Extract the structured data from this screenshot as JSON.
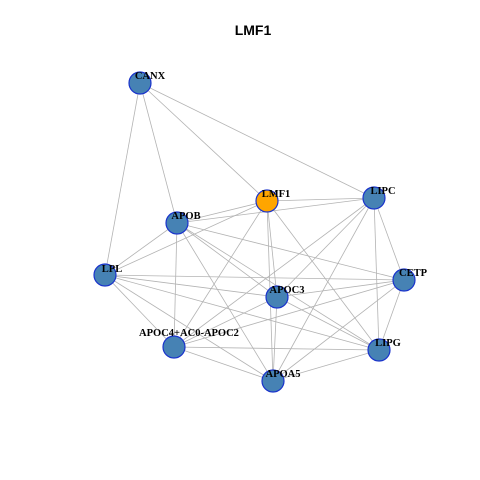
{
  "graph": {
    "title": "LMF1",
    "colors": {
      "hub_node": "#FFA500",
      "node": "#4682B4",
      "node_border": "#1A33CC",
      "edge": "#B3B3B3"
    },
    "hub": "LMF1",
    "nodes": [
      {
        "id": "CANX",
        "label": "CANX"
      },
      {
        "id": "LMF1",
        "label": "LMF1"
      },
      {
        "id": "LIPC",
        "label": "LIPC"
      },
      {
        "id": "APOB",
        "label": "APOB"
      },
      {
        "id": "LPL",
        "label": "LPL"
      },
      {
        "id": "CETP",
        "label": "CETP"
      },
      {
        "id": "APOC3",
        "label": "APOC3"
      },
      {
        "id": "APOC4",
        "label": "APOC4+AC0-APOC2"
      },
      {
        "id": "LIPG",
        "label": "LIPG"
      },
      {
        "id": "APOA5",
        "label": "APOA5"
      }
    ],
    "edges": [
      [
        "CANX",
        "LIPC"
      ],
      [
        "CANX",
        "APOB"
      ],
      [
        "CANX",
        "LPL"
      ],
      [
        "CANX",
        "LMF1"
      ],
      [
        "LMF1",
        "LIPC"
      ],
      [
        "LMF1",
        "APOB"
      ],
      [
        "LMF1",
        "LPL"
      ],
      [
        "LMF1",
        "APOC3"
      ],
      [
        "LMF1",
        "APOA5"
      ],
      [
        "LMF1",
        "LIPG"
      ],
      [
        "LMF1",
        "APOC4"
      ],
      [
        "LIPC",
        "APOB"
      ],
      [
        "LIPC",
        "CETP"
      ],
      [
        "LIPC",
        "APOC3"
      ],
      [
        "LIPC",
        "LIPG"
      ],
      [
        "LIPC",
        "APOA5"
      ],
      [
        "LIPC",
        "APOC4"
      ],
      [
        "APOB",
        "LPL"
      ],
      [
        "APOB",
        "APOC3"
      ],
      [
        "APOB",
        "CETP"
      ],
      [
        "APOB",
        "LIPG"
      ],
      [
        "APOB",
        "APOA5"
      ],
      [
        "APOB",
        "APOC4"
      ],
      [
        "LPL",
        "APOC3"
      ],
      [
        "LPL",
        "CETP"
      ],
      [
        "LPL",
        "APOA5"
      ],
      [
        "LPL",
        "LIPG"
      ],
      [
        "LPL",
        "APOC4"
      ],
      [
        "CETP",
        "APOC3"
      ],
      [
        "CETP",
        "APOC4"
      ],
      [
        "CETP",
        "LIPG"
      ],
      [
        "CETP",
        "APOA5"
      ],
      [
        "APOC3",
        "APOC4"
      ],
      [
        "APOC3",
        "APOA5"
      ],
      [
        "APOC3",
        "LIPG"
      ],
      [
        "APOC4",
        "APOA5"
      ],
      [
        "APOC4",
        "LIPG"
      ],
      [
        "APOA5",
        "LIPG"
      ]
    ]
  }
}
